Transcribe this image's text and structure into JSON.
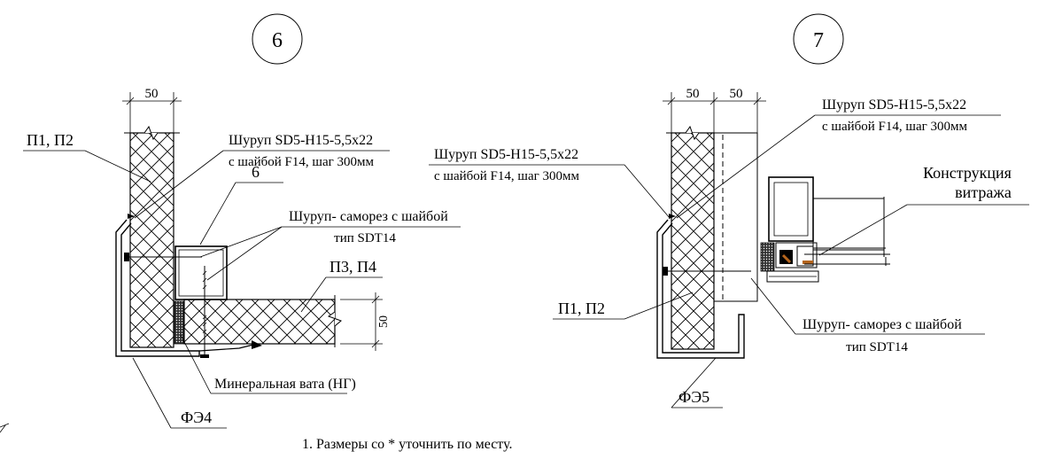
{
  "detail6": {
    "number": "6",
    "dim_width": "50",
    "dim_thickness": "50",
    "label_panels_wall": "П1, П2",
    "label_panels_floor": "П3, П4",
    "screw_line1": "Шуруп SD5-H15-5,5x22",
    "screw_line2": "с шайбой F14, шаг 300мм",
    "callout_6": "6",
    "selftap_line1": "Шуруп- саморез с шайбой",
    "selftap_line2": "тип SDT14",
    "mineral_wool": "Минеральная вата (НГ)",
    "flashing": "ФЭ4"
  },
  "detail7": {
    "number": "7",
    "dim_width1": "50",
    "dim_width2": "50",
    "screw_right_line1": "Шуруп SD5-H15-5,5x22",
    "screw_right_line2": "с шайбой F14, шаг 300мм",
    "screw_left_line1": "Шуруп SD5-H15-5,5x22",
    "screw_left_line2": "с шайбой F14, шаг 300мм",
    "construction_line1": "Конструкция",
    "construction_line2": "витража",
    "label_panels": "П1, П2",
    "selftap_line1": "Шуруп- саморез с шайбой",
    "selftap_line2": "тип SDT14",
    "flashing": "ФЭ5"
  },
  "note": "1. Размеры со * уточнить по месту."
}
